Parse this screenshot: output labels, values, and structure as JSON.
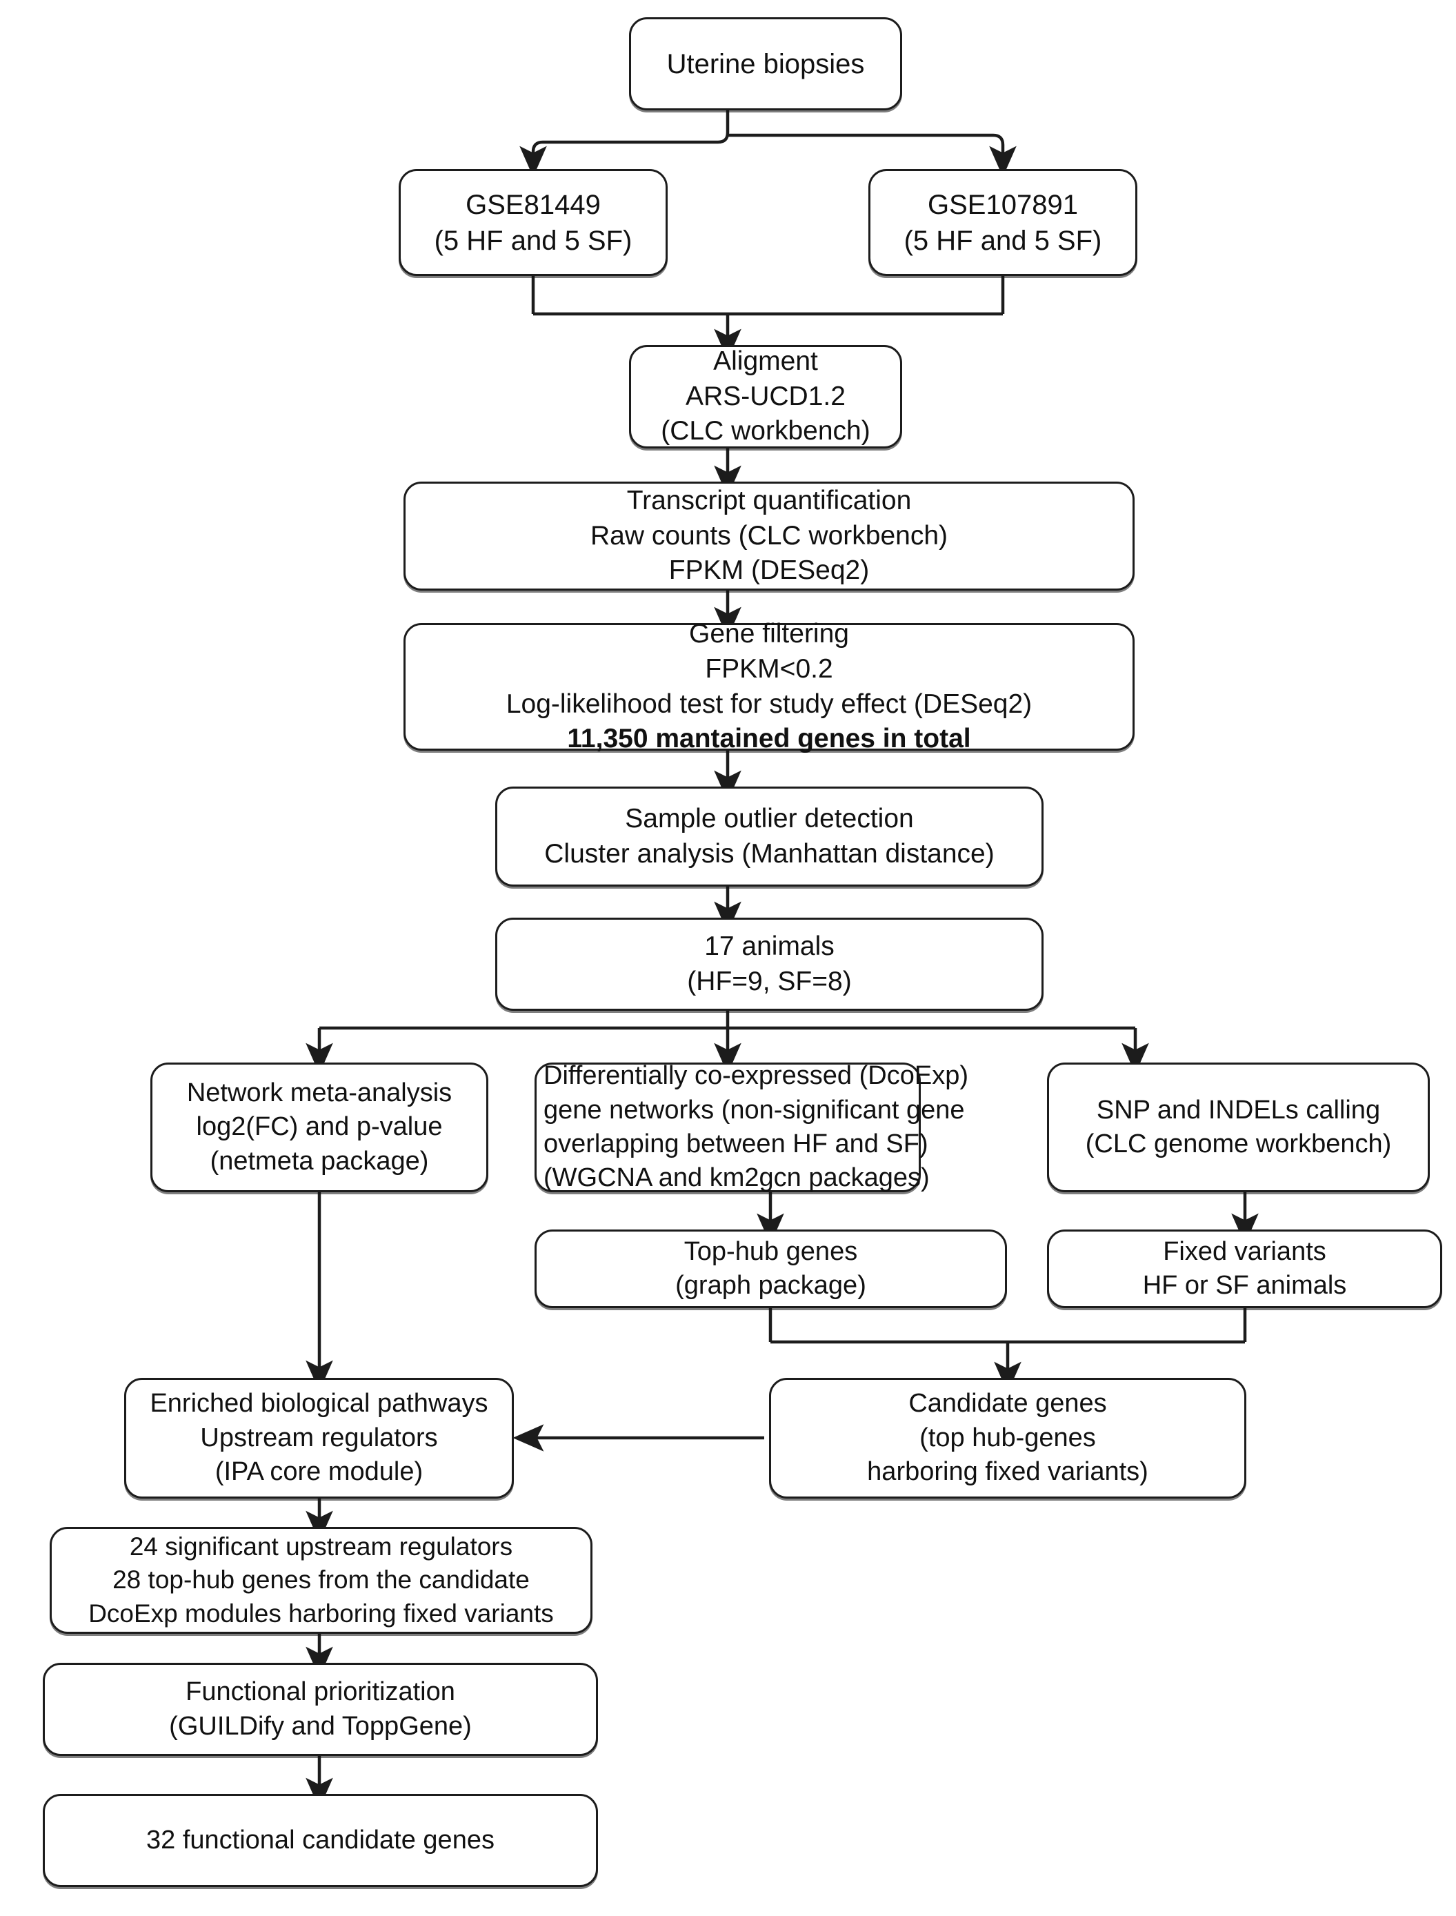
{
  "diagram": {
    "title": "RNA-seq fertility candidate gene discovery workflow",
    "stroke_color": "#1c1c1c",
    "fill_color": "#ffffff",
    "text_color": "#111111"
  },
  "nodes": {
    "uterine_biopsies": {
      "lines": [
        "Uterine biopsies"
      ]
    },
    "gse81449": {
      "lines": [
        "GSE81449",
        "(5 HF and 5 SF)"
      ]
    },
    "gse107891": {
      "lines": [
        "GSE107891",
        "(5 HF and 5 SF)"
      ]
    },
    "alignment": {
      "lines": [
        "Aligment",
        "ARS-UCD1.2",
        "(CLC workbench)"
      ]
    },
    "transcript_quantification": {
      "lines": [
        "Transcript quantification",
        "Raw counts (CLC workbench)",
        "FPKM (DESeq2)"
      ]
    },
    "gene_filtering": {
      "lines": [
        "Gene filtering",
        "FPKM<0.2",
        "Log-likelihood test for study effect (DESeq2)"
      ],
      "bold_line": "11,350 mantained genes in total"
    },
    "sample_outlier_detection": {
      "lines": [
        "Sample outlier detection",
        "Cluster analysis (Manhattan distance)"
      ]
    },
    "animals": {
      "lines": [
        "17 animals",
        "(HF=9, SF=8)"
      ]
    },
    "network_meta_analysis": {
      "lines": [
        "Network meta-analysis",
        "log2(FC) and p-value",
        "(netmeta package)"
      ]
    },
    "dcoexp_networks": {
      "lines": [
        "Differentially co-expressed (DcoExp)",
        "gene networks (non-significant gene",
        "overlapping between HF and SF)",
        "(WGCNA and km2gcn packages)"
      ]
    },
    "snp_indels_calling": {
      "lines": [
        "SNP and INDELs calling",
        "(CLC genome workbench)"
      ]
    },
    "top_hub_genes": {
      "lines": [
        "Top-hub genes",
        "(graph package)"
      ]
    },
    "fixed_variants": {
      "lines": [
        "Fixed variants",
        "HF or SF animals"
      ]
    },
    "enriched_pathways": {
      "lines": [
        "Enriched biological pathways",
        "Upstream regulators",
        "(IPA core module)"
      ]
    },
    "candidate_genes": {
      "lines": [
        "Candidate genes",
        "(top hub-genes",
        "harboring fixed variants)"
      ]
    },
    "significant_regulators": {
      "lines": [
        "24 significant upstream regulators",
        "28 top-hub genes from the candidate",
        "DcoExp modules harboring fixed variants"
      ]
    },
    "functional_prioritization": {
      "lines": [
        "Functional prioritization",
        "(GUILDify and ToppGene)"
      ]
    },
    "functional_candidate_genes": {
      "lines": [
        "32 functional candidate genes"
      ]
    }
  }
}
